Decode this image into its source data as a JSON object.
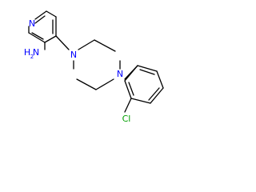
{
  "molecule": {
    "atom_labels": {
      "pyridine_n": "N",
      "amine": "H",
      "amine_n": "N",
      "amine_h_count": "2",
      "piperazine_n_top": "N",
      "piperazine_n_right": "N",
      "chlorine": "Cl"
    },
    "colors": {
      "bond": "#000000",
      "nitrogen": "#0000ff",
      "chlorine": "#00a000",
      "background": "#ffffff"
    }
  }
}
